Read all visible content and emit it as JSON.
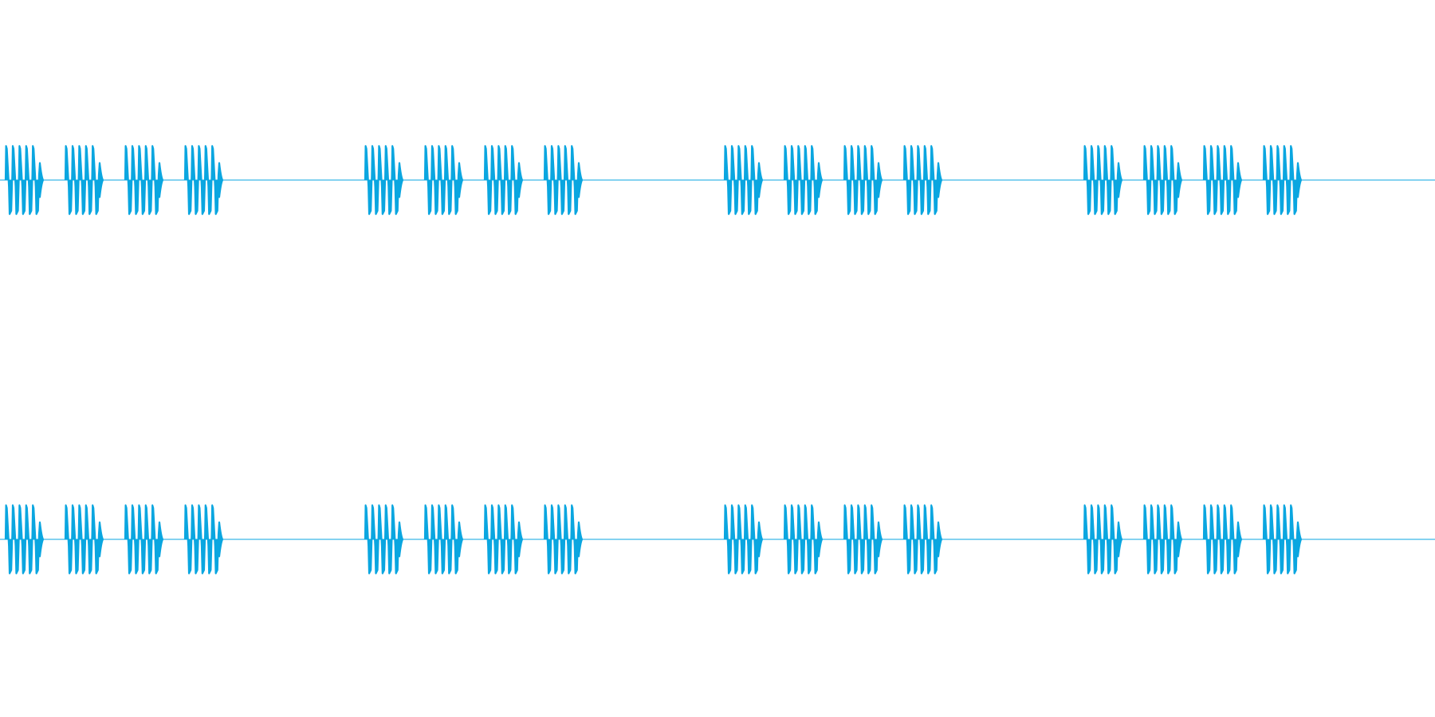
{
  "waveform": {
    "color": "#0aa6e0",
    "background": "#ffffff",
    "channels": [
      {
        "name": ""
      },
      {
        "name": ""
      }
    ],
    "pattern": {
      "groups_count": 4,
      "bursts_per_group": 4,
      "pulses_per_burst": 5,
      "peak_amplitude": 0.95
    }
  }
}
